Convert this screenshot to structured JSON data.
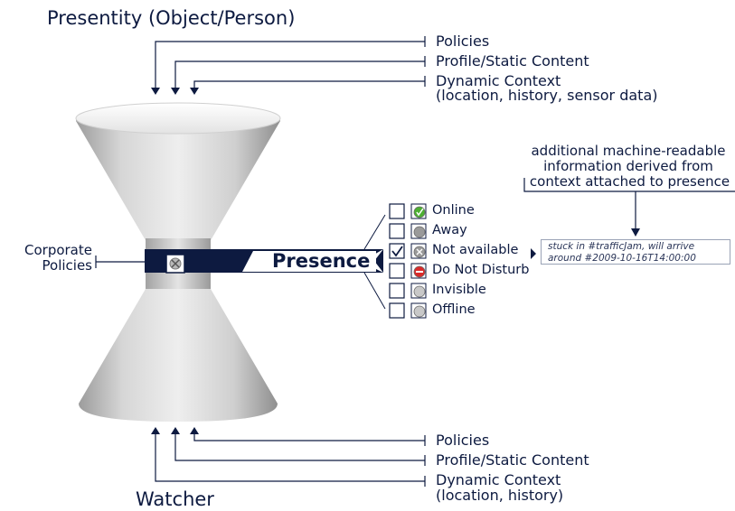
{
  "title_top": "Presentity (Object/Person)",
  "title_bottom": "Watcher",
  "top_inputs": [
    "Policies",
    "Profile/Static Content",
    "Dynamic Context",
    "(location, history, sensor data)"
  ],
  "bottom_inputs": [
    "Policies",
    "Profile/Static Content",
    "Dynamic Context",
    "(location, history)"
  ],
  "corporate_policies": [
    "Corporate",
    "Policies"
  ],
  "presence_label": "Presence",
  "statuses": [
    {
      "label": "Online",
      "checked": false,
      "icon": "online-icon",
      "color": "#4caf32"
    },
    {
      "label": "Away",
      "checked": false,
      "icon": "away-icon",
      "color": "#9a9a9a"
    },
    {
      "label": "Not available",
      "checked": true,
      "icon": "not-available-icon",
      "color": "#9a9a9a"
    },
    {
      "label": "Do Not Disturb",
      "checked": false,
      "icon": "do-not-disturb-icon",
      "color": "#d92b2b"
    },
    {
      "label": "Invisible",
      "checked": false,
      "icon": "invisible-icon",
      "color": "#c8c8c8"
    },
    {
      "label": "Offline",
      "checked": false,
      "icon": "offline-icon",
      "color": "#c8c8c8"
    }
  ],
  "context_note": [
    "stuck in #trafficJam, will arrive",
    "around #2009-10-16T14:00:00"
  ],
  "machine_info": [
    "additional machine-readable",
    "information derived from",
    "context attached to presence"
  ],
  "colors": {
    "navy": "#0d1a40",
    "funnel_light": "#f2f2f2",
    "funnel_dark": "#b5b5b5"
  }
}
